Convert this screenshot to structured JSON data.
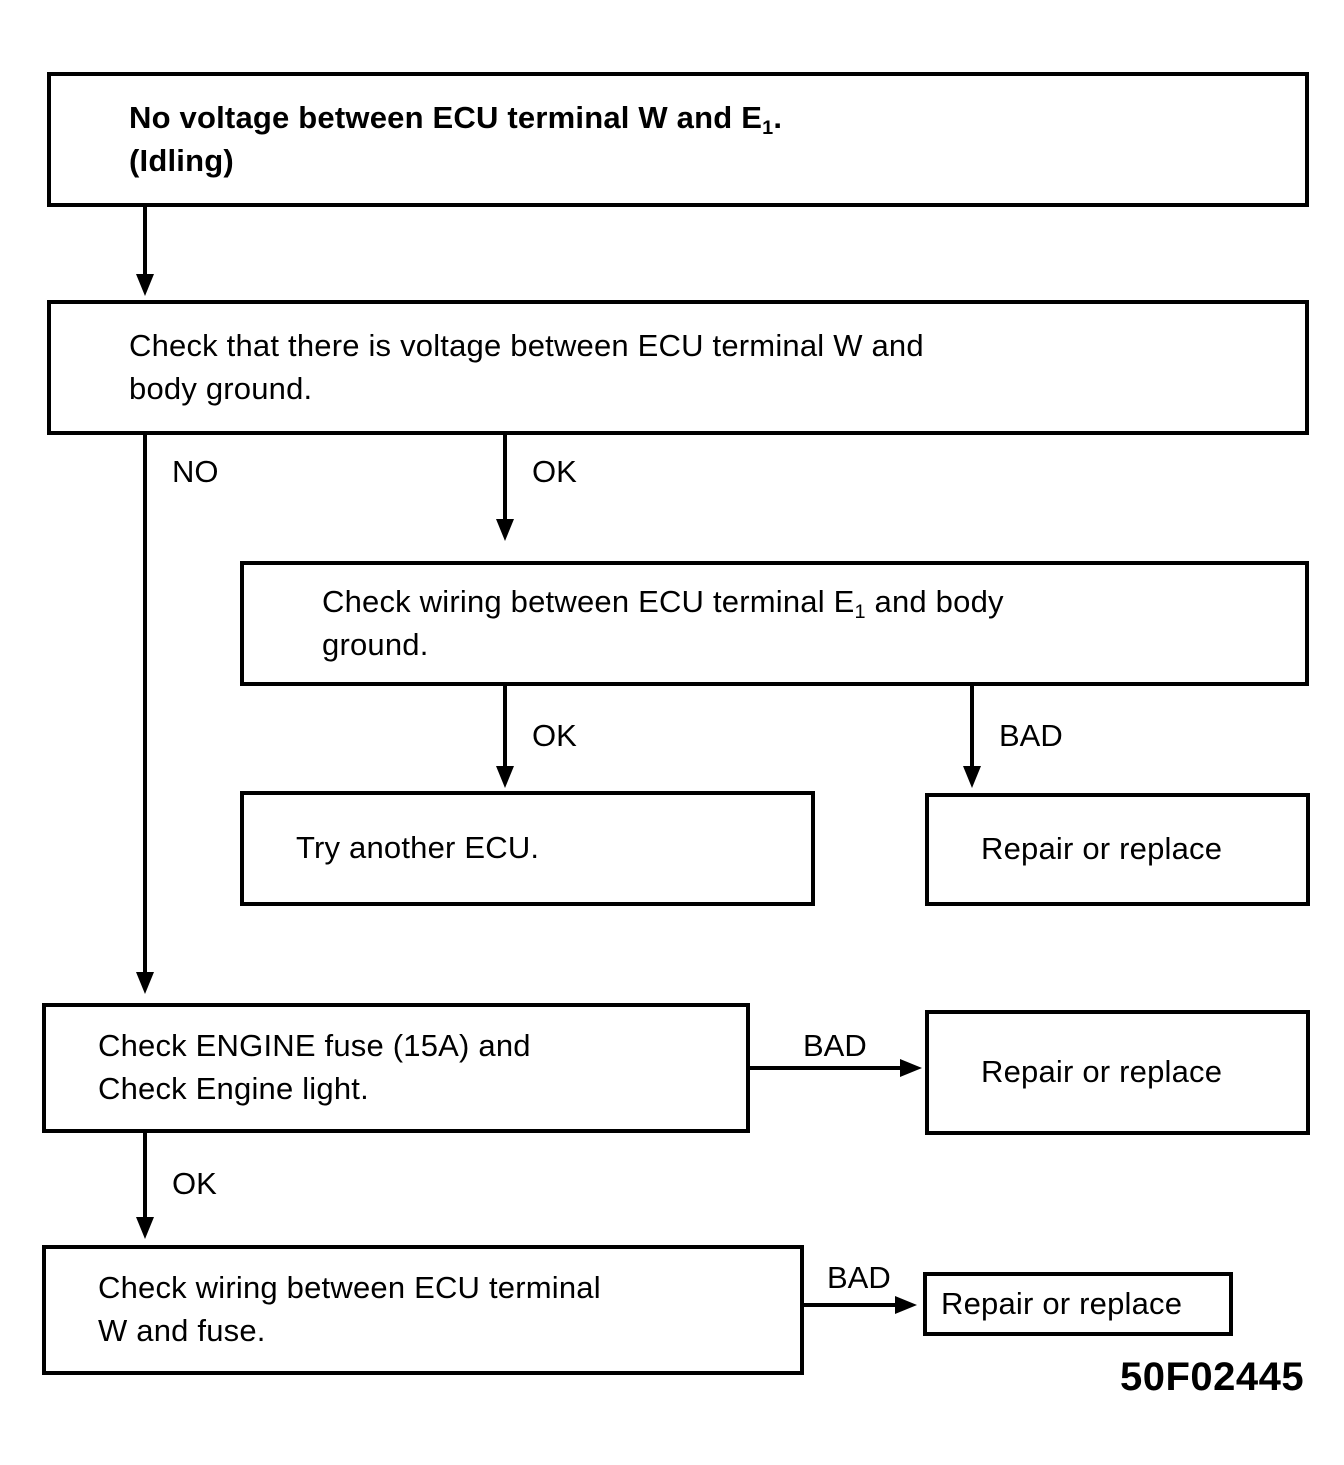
{
  "diagram": {
    "title": "ECU terminal W voltage troubleshooting flowchart",
    "reference_code": "50F02445",
    "nodes": {
      "no_voltage": {
        "line1": "No voltage between ECU terminal W and E",
        "line1_sub": "1",
        "line1_tail": ".",
        "line2": "(Idling)"
      },
      "check_voltage_w_body": {
        "text": "Check that there is voltage between ECU terminal W and\nbody ground."
      },
      "check_wiring_e1": {
        "line1a": "Check wiring between ECU terminal E",
        "line1_sub": "1",
        "line1b": " and body",
        "line2": "ground."
      },
      "try_another_ecu": {
        "text": "Try another ECU."
      },
      "repair_replace_1": {
        "text": "Repair or replace"
      },
      "check_engine_fuse": {
        "text": "Check ENGINE fuse (15A) and\nCheck Engine light."
      },
      "repair_replace_2": {
        "text": "Repair or replace"
      },
      "check_wiring_w_fuse": {
        "text": "Check wiring between ECU terminal\nW and fuse."
      },
      "repair_replace_3": {
        "text": "Repair or replace"
      }
    },
    "edge_labels": {
      "no": "NO",
      "ok_1": "OK",
      "ok_2": "OK",
      "bad_1": "BAD",
      "bad_2": "BAD",
      "ok_3": "OK",
      "bad_3": "BAD"
    },
    "colors": {
      "stroke": "#000000",
      "fill": "#ffffff",
      "text": "#000000"
    }
  }
}
